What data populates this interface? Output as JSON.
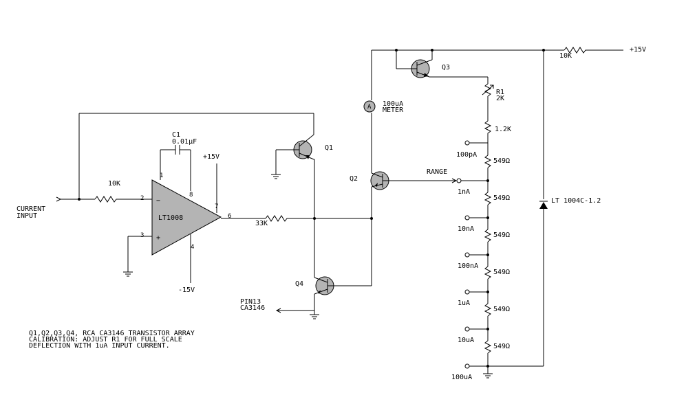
{
  "input_label": [
    "CURRENT",
    "INPUT"
  ],
  "resistors": {
    "r_input": "10K",
    "r_output": "33K",
    "r_supply": "10K",
    "r1_name": "R1",
    "r1_value": "2K",
    "r_ladder_top": "1.2K",
    "r_ladder": [
      "549Ω",
      "549Ω",
      "549Ω",
      "549Ω",
      "549Ω",
      "549Ω"
    ]
  },
  "capacitor": {
    "name": "C1",
    "value": "0.01μF"
  },
  "opamp": {
    "name": "LT1008",
    "pins": {
      "p1": "1",
      "p2": "2",
      "p3": "3",
      "p4": "4",
      "p6": "6",
      "p7": "7",
      "p8": "8"
    },
    "minus_sign": "−",
    "plus_sign": "+",
    "vplus": "+15V",
    "vminus": "-15V"
  },
  "transistors": {
    "q1": "Q1",
    "q2": "Q2",
    "q3": "Q3",
    "q4": "Q4"
  },
  "meter": {
    "symbol": "A",
    "label": [
      "100uA",
      "METER"
    ]
  },
  "supply": "+15V",
  "zener": "LT 1004C-1.2",
  "range_label": "RANGE",
  "ranges": [
    "100pA",
    "1nA",
    "10nA",
    "100nA",
    "1uA",
    "10uA",
    "100uA"
  ],
  "pin13": [
    "PIN13",
    "CA3146"
  ],
  "notes": [
    "Q1,Q2,Q3,Q4, RCA CA3146 TRANSISTOR ARRAY",
    "CALIBRATION: ADJUST R1 FOR FULL SCALE",
    "DEFLECTION WITH 1uA INPUT CURRENT."
  ]
}
